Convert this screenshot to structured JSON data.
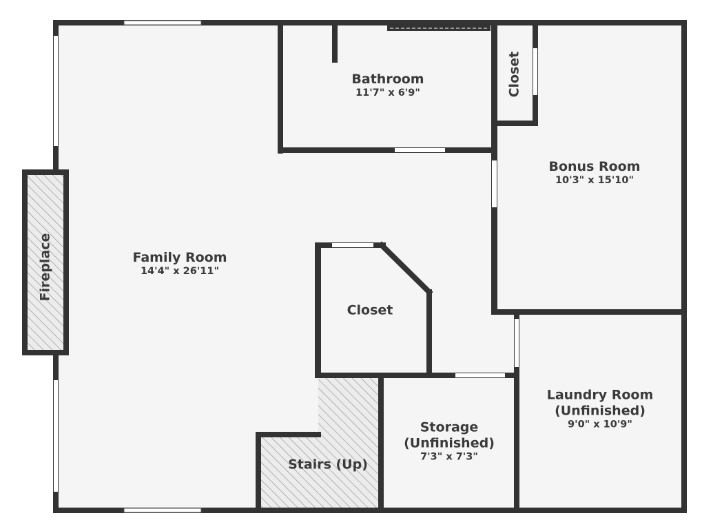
{
  "rooms": {
    "family_room": {
      "name": "Family Room",
      "dims": "14'4\" x 26'11\""
    },
    "bathroom": {
      "name": "Bathroom",
      "dims": "11'7\" x 6'9\""
    },
    "closet_top": {
      "name": "Closet"
    },
    "bonus_room": {
      "name": "Bonus Room",
      "dims": "10'3\" x 15'10\""
    },
    "closet_mid": {
      "name": "Closet"
    },
    "laundry_room": {
      "name_line1": "Laundry Room",
      "name_line2": "(Unfinished)",
      "dims": "9'0\" x 10'9\""
    },
    "storage": {
      "name_line1": "Storage",
      "name_line2": "(Unfinished)",
      "dims": "7'3\" x 7'3\""
    },
    "stairs": {
      "name": "Stairs (Up)"
    },
    "fireplace": {
      "name": "Fireplace"
    }
  },
  "colors": {
    "wall": "#333333",
    "floor": "#f5f5f5",
    "text": "#3a3a3a",
    "hatch": "#888888",
    "opening": "#ffffff"
  }
}
